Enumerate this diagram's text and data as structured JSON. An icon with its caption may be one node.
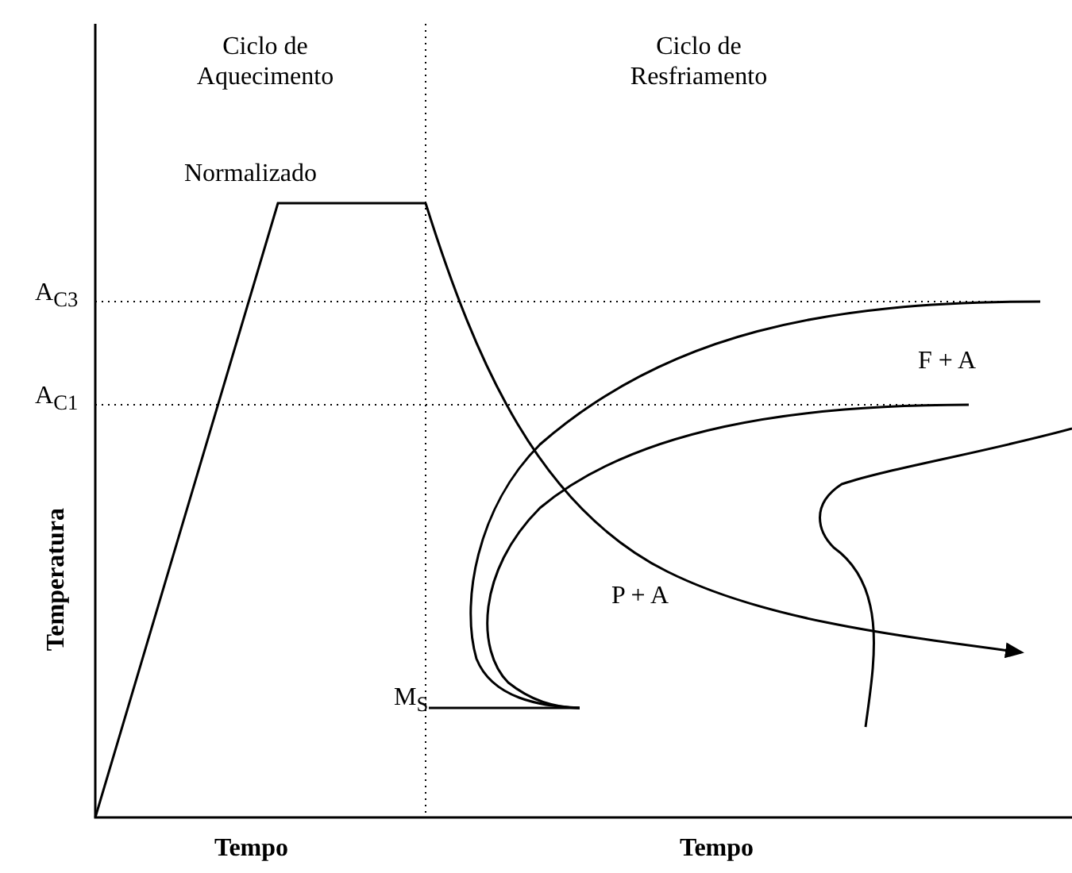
{
  "diagram": {
    "labels": [
      "Ciclo de Aquecimento",
      "Ciclo de Resfriamento",
      "Normalizado",
      "A$_{C3}$",
      "A$_{C1}$",
      "F + A",
      "P + A",
      "Temperatura",
      "M$_{S}$",
      "Tempo",
      "Tempo"
    ]
  }
}
